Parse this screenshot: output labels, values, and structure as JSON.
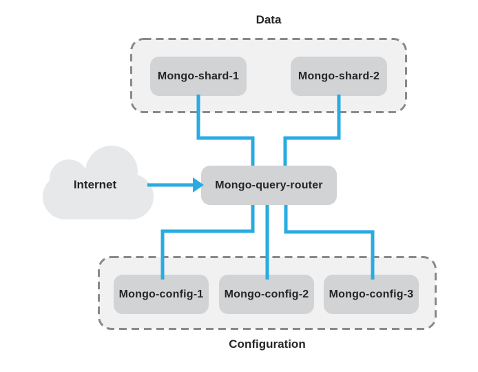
{
  "diagram": {
    "type": "architecture-diagram",
    "subject": "MongoDB sharded cluster topology",
    "groups": {
      "data": {
        "label": "Data"
      },
      "configuration": {
        "label": "Configuration"
      }
    },
    "nodes": {
      "internet": {
        "label": "Internet",
        "shape": "cloud"
      },
      "shard1": {
        "label": "Mongo-shard-1",
        "shape": "rounded-rect"
      },
      "shard2": {
        "label": "Mongo-shard-2",
        "shape": "rounded-rect"
      },
      "router": {
        "label": "Mongo-query-router",
        "shape": "rounded-rect"
      },
      "config1": {
        "label": "Mongo-config-1",
        "shape": "rounded-rect"
      },
      "config2": {
        "label": "Mongo-config-2",
        "shape": "rounded-rect"
      },
      "config3": {
        "label": "Mongo-config-3",
        "shape": "rounded-rect"
      }
    },
    "connections": [
      {
        "from": "Internet",
        "to": "Mongo-query-router",
        "style": "arrow"
      },
      {
        "from": "Mongo-shard-1",
        "to": "Mongo-query-router",
        "style": "line"
      },
      {
        "from": "Mongo-shard-2",
        "to": "Mongo-query-router",
        "style": "line"
      },
      {
        "from": "Mongo-query-router",
        "to": "Mongo-config-1",
        "style": "line"
      },
      {
        "from": "Mongo-query-router",
        "to": "Mongo-config-2",
        "style": "line"
      },
      {
        "from": "Mongo-query-router",
        "to": "Mongo-config-3",
        "style": "line"
      }
    ],
    "colors": {
      "connector_blue": "#29abe2",
      "node_fill": "#d1d3d4",
      "group_fill": "#f1f1f2",
      "group_border": "#87898b",
      "cloud_fill": "#e7e8e9",
      "text": "#272525",
      "background": "#ffffff"
    }
  }
}
